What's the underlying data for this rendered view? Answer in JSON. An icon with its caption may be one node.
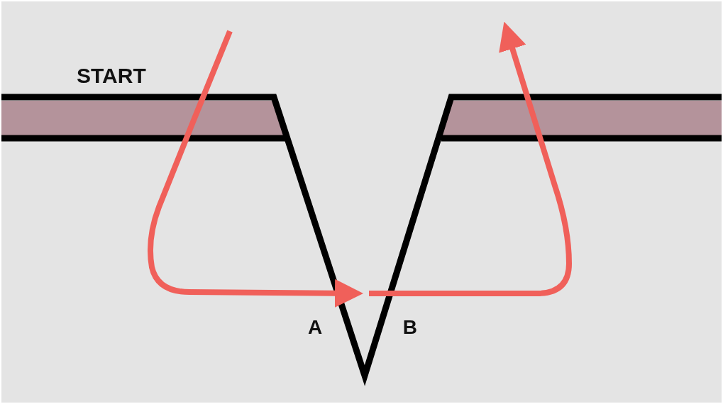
{
  "diagram": {
    "nodes": [
      {
        "text": [
          "A"
        ]
      },
      {
        "text": [
          "B"
        ]
      }
    ],
    "edges": [
      {
        "from": null,
        "to": 0,
        "arrow": "to"
      },
      {
        "from": 1,
        "to": null,
        "arrow": "to"
      }
    ],
    "labels": [
      "START"
    ]
  }
}
